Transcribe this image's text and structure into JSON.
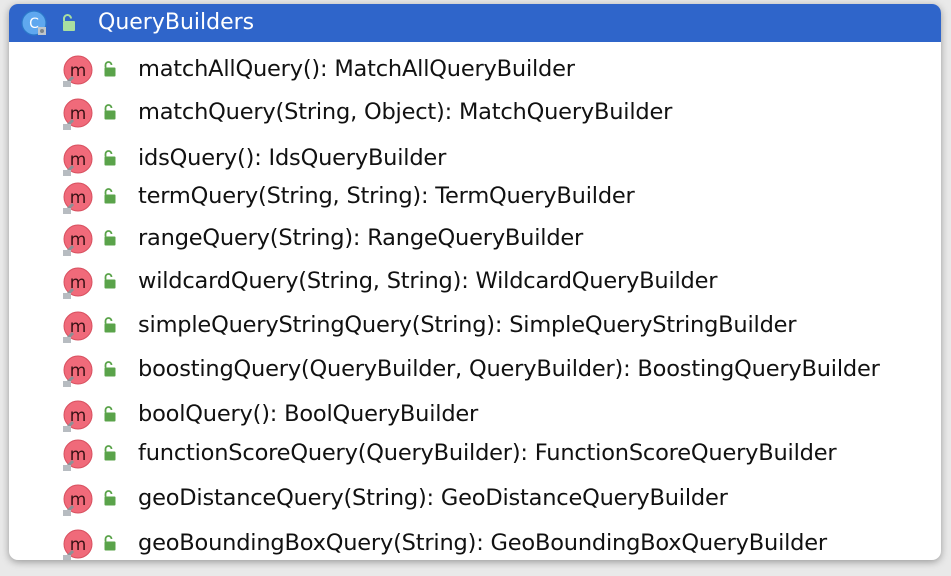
{
  "header": {
    "class_name": "QueryBuilders",
    "class_icon_letter": "C",
    "class_icon": "class-icon",
    "access_icon": "public-lock-icon"
  },
  "method_icon_letter": "m",
  "methods": [
    "matchAllQuery(): MatchAllQueryBuilder",
    "matchQuery(String, Object): MatchQueryBuilder",
    "idsQuery(): IdsQueryBuilder",
    "termQuery(String, String): TermQueryBuilder",
    "rangeQuery(String): RangeQueryBuilder",
    "wildcardQuery(String, String): WildcardQueryBuilder",
    "simpleQueryStringQuery(String): SimpleQueryStringBuilder",
    "boostingQuery(QueryBuilder, QueryBuilder): BoostingQueryBuilder",
    "boolQuery(): BoolQueryBuilder",
    "functionScoreQuery(QueryBuilder): FunctionScoreQueryBuilder",
    "geoDistanceQuery(String): GeoDistanceQueryBuilder",
    "geoBoundingBoxQuery(String): GeoBoundingBoxQueryBuilder"
  ],
  "colors": {
    "header_bg": "#2f65ca",
    "method_icon": "#f06a7a",
    "lock": "#5aa34a",
    "class_icon": "#3d8ee0"
  }
}
